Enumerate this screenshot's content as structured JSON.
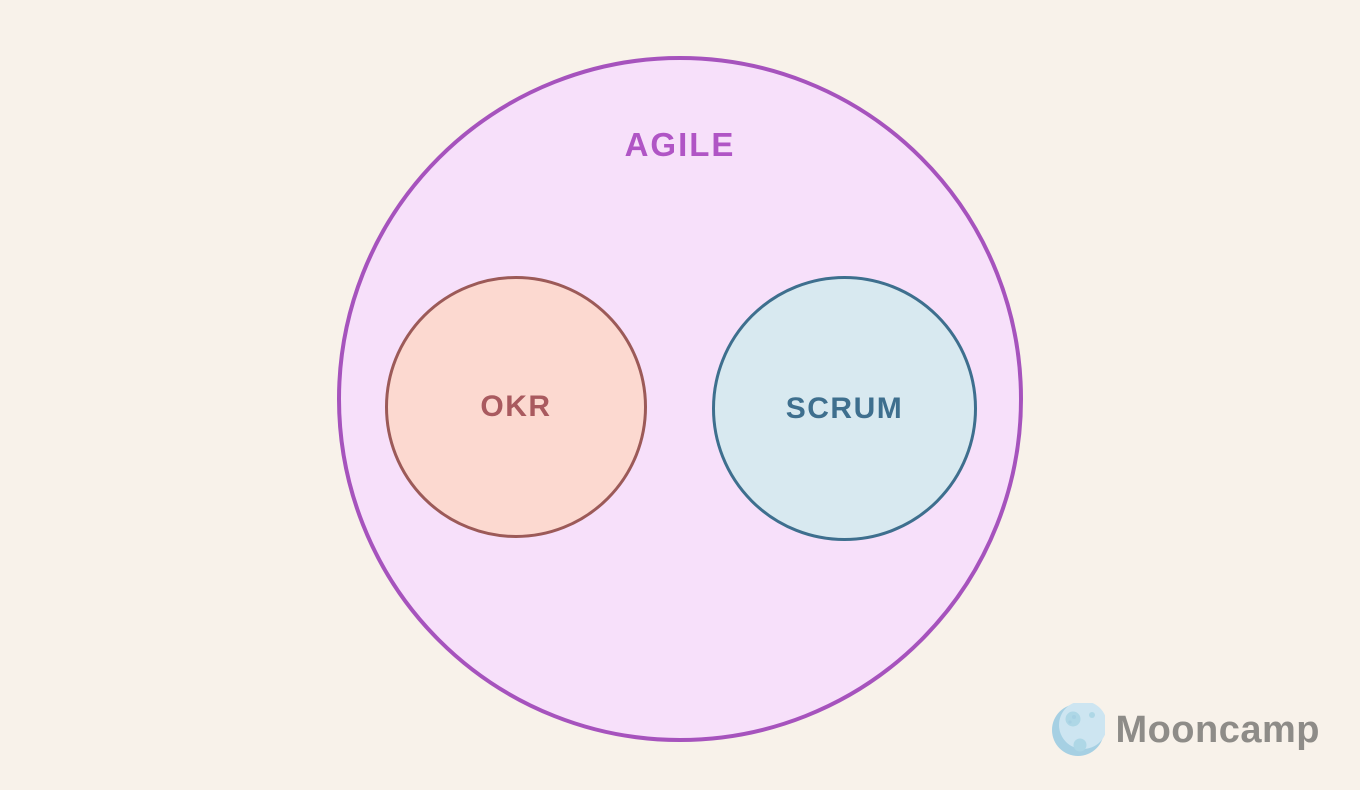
{
  "diagram": {
    "type": "venn-nested",
    "title": "Agile umbrella containing OKR and Scrum",
    "outer": {
      "label": "AGILE"
    },
    "inner": [
      {
        "label": "OKR"
      },
      {
        "label": "SCRUM"
      }
    ]
  },
  "branding": {
    "logo_text": "Mooncamp",
    "icon": "moon-icon"
  },
  "colors": {
    "page_bg": "#f8f2ea",
    "outer_fill": "#f7e0fa",
    "outer_border": "#a653bd",
    "outer_text": "#b055c5",
    "okr_fill": "#fcd9d0",
    "okr_border": "#9c5a58",
    "okr_text": "#a95a5f",
    "scrum_fill": "#d8e9f0",
    "scrum_border": "#3e6f8e",
    "scrum_text": "#3e6f8e",
    "logo_text": "#8e8c88",
    "moon_base": "#a6d0e3",
    "moon_light": "#cde5f1",
    "moon_crater": "#aed7e6"
  }
}
